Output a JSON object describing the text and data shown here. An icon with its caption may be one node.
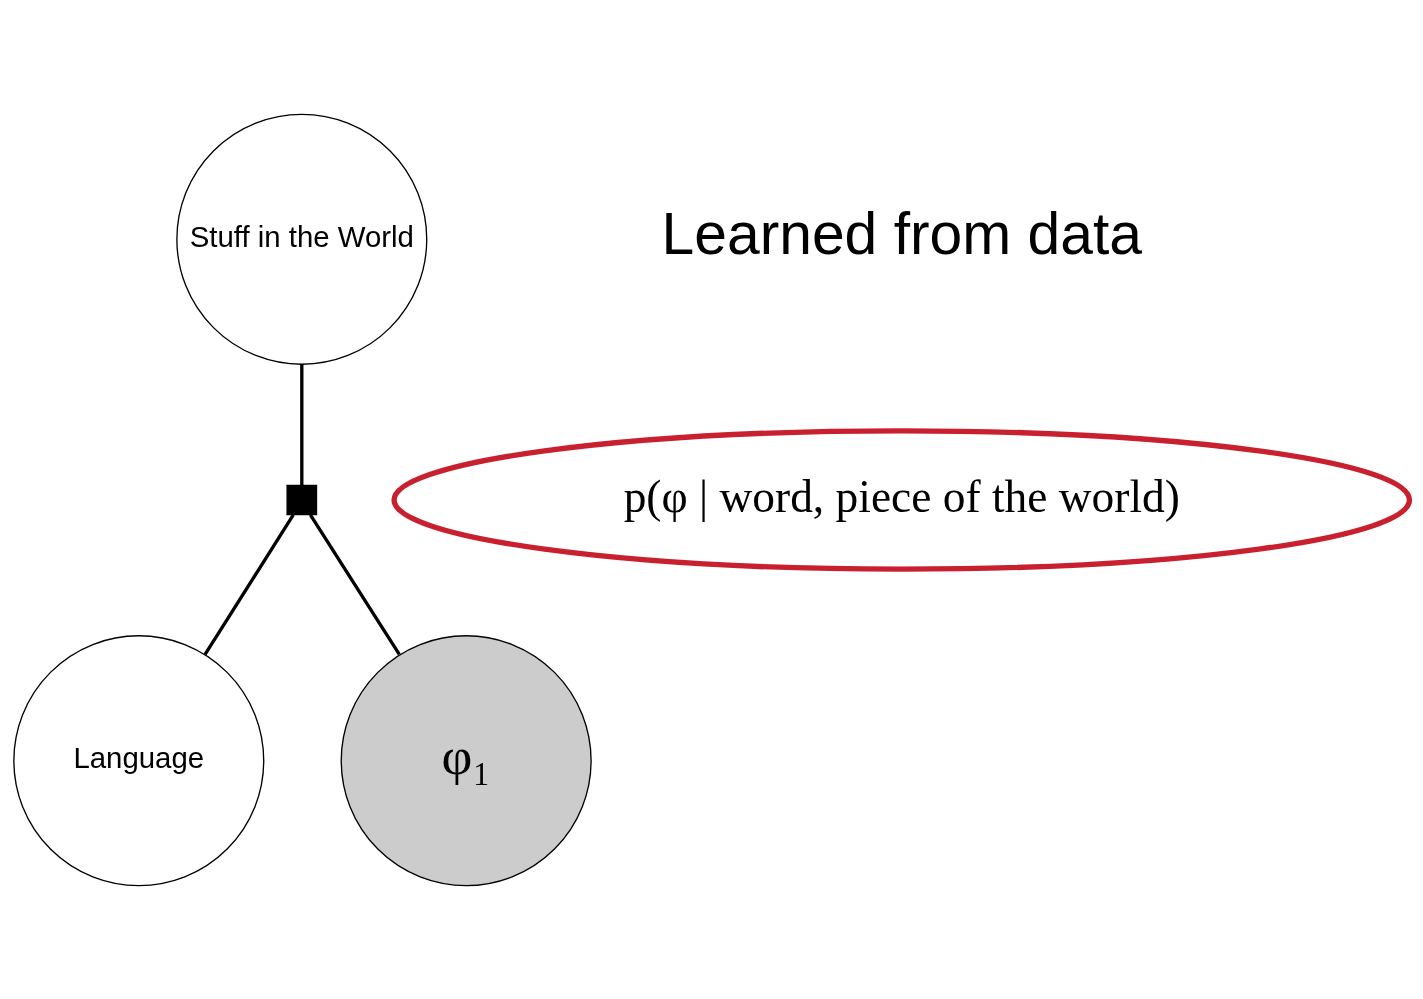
{
  "diagram": {
    "nodes": [
      {
        "text": [
          "Stuff in the World"
        ]
      },
      {
        "text": [],
        "shape": "box"
      },
      {
        "text": [
          "Language"
        ]
      },
      {
        "text": [
          "φ₁"
        ]
      },
      {
        "text": [
          "p(φ | word, piece of the world)"
        ],
        "beside": [
          "Learned from data"
        ]
      }
    ],
    "edges": [
      {
        "from": 0,
        "to": 1,
        "arrow": "none"
      },
      {
        "from": 1,
        "to": 2,
        "arrow": "none"
      },
      {
        "from": 1,
        "to": 3,
        "arrow": "none"
      }
    ]
  }
}
